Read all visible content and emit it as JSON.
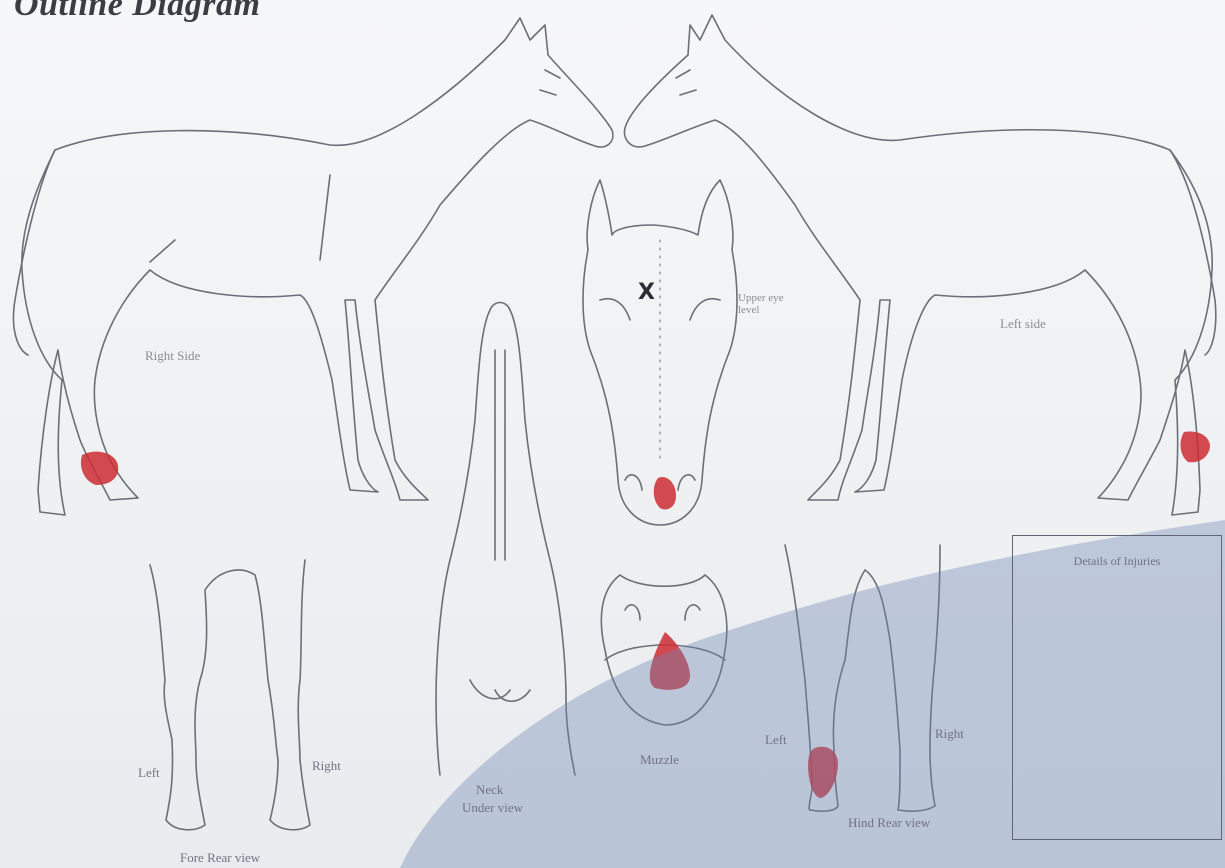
{
  "title": "Outline Diagram",
  "labels": {
    "right_side": "Right Side",
    "left_side": "Left side",
    "upper_eye": "Upper eye level",
    "neck": "Neck",
    "neck_sub": "Under view",
    "muzzle": "Muzzle",
    "fore_left": "Left",
    "fore_right": "Right",
    "fore_caption": "Fore Rear view",
    "hind_left": "Left",
    "hind_right": "Right",
    "hind_caption": "Hind Rear view",
    "details_box": "Details of Injuries"
  },
  "markers": {
    "head_x": "X"
  },
  "colors": {
    "outline": "#6b6f78",
    "injury": "#cc2b33",
    "shadow": "#6f86b4"
  }
}
